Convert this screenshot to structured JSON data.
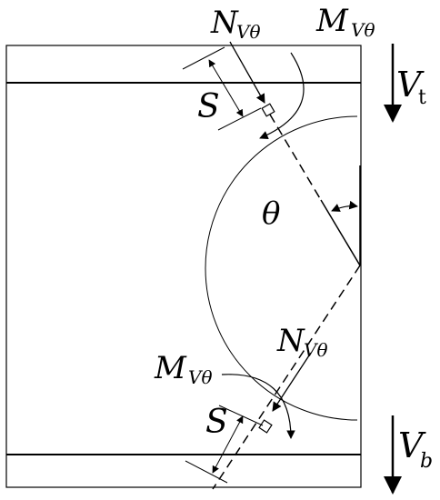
{
  "labels": {
    "n_top_main": "N",
    "n_top_sub": "Vθ",
    "m_top_main": "M",
    "m_top_sub": "Vθ",
    "v_top_main": "V",
    "v_top_sub": "t",
    "s_top": "S",
    "theta": "θ",
    "n_mid_main": "N",
    "n_mid_sub": "Vθ",
    "m_bot_main": "M",
    "m_bot_sub": "Vθ",
    "s_bot": "S",
    "v_bot_main": "V",
    "v_bot_sub": "b"
  }
}
